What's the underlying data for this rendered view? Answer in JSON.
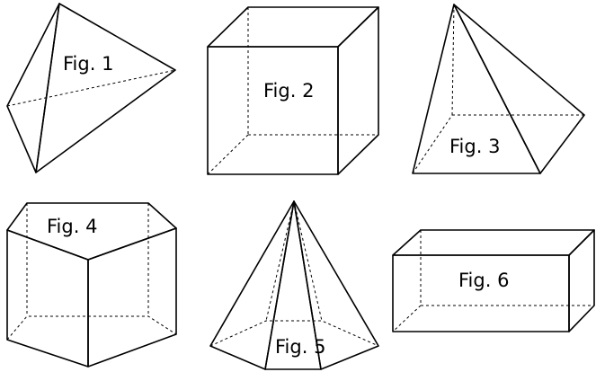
{
  "figures": [
    {
      "label": "Fig. 1",
      "color": "#7fe3e6"
    },
    {
      "label": "Fig. 2",
      "color": "#f9dc9e"
    },
    {
      "label": "Fig. 3",
      "color": "#dcbfdc"
    },
    {
      "label": "Fig. 4",
      "color": "#fbdcc0"
    },
    {
      "label": "Fig. 5",
      "color": "#f8b8c8"
    },
    {
      "label": "Fig. 6",
      "color": "#bcdc92"
    }
  ]
}
